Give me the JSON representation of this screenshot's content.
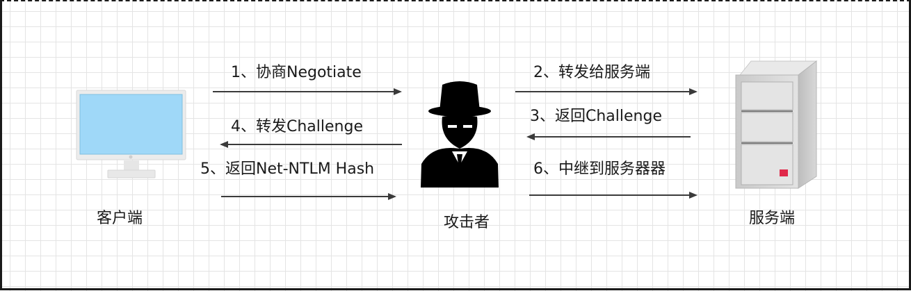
{
  "nodes": {
    "client": {
      "label": "客户端",
      "icon": "desktop-monitor-icon"
    },
    "attacker": {
      "label": "攻击者",
      "icon": "hacker-spy-icon"
    },
    "server": {
      "label": "服务端",
      "icon": "server-tower-icon"
    }
  },
  "edges": [
    {
      "id": "e1",
      "label": "1、协商Negotiate",
      "from": "客户端",
      "to": "攻击者"
    },
    {
      "id": "e2",
      "label": "2、转发给服务端",
      "from": "攻击者",
      "to": "服务端"
    },
    {
      "id": "e3",
      "label": "3、返回Challenge",
      "from": "服务端",
      "to": "攻击者"
    },
    {
      "id": "e4",
      "label": "4、转发Challenge",
      "from": "攻击者",
      "to": "客户端"
    },
    {
      "id": "e5",
      "label": "5、返回Net-NTLM Hash",
      "from": "客户端",
      "to": "攻击者"
    },
    {
      "id": "e6",
      "label": "6、中继到服务器器",
      "from": "攻击者",
      "to": "服务端"
    }
  ],
  "colors": {
    "arrow": "#3a3a3a",
    "monitor_screen": "#9fd8f8",
    "monitor_frame": "#ececec",
    "attacker": "#000000",
    "server_body": "#d0d0d0",
    "server_led": "#e0294a"
  }
}
